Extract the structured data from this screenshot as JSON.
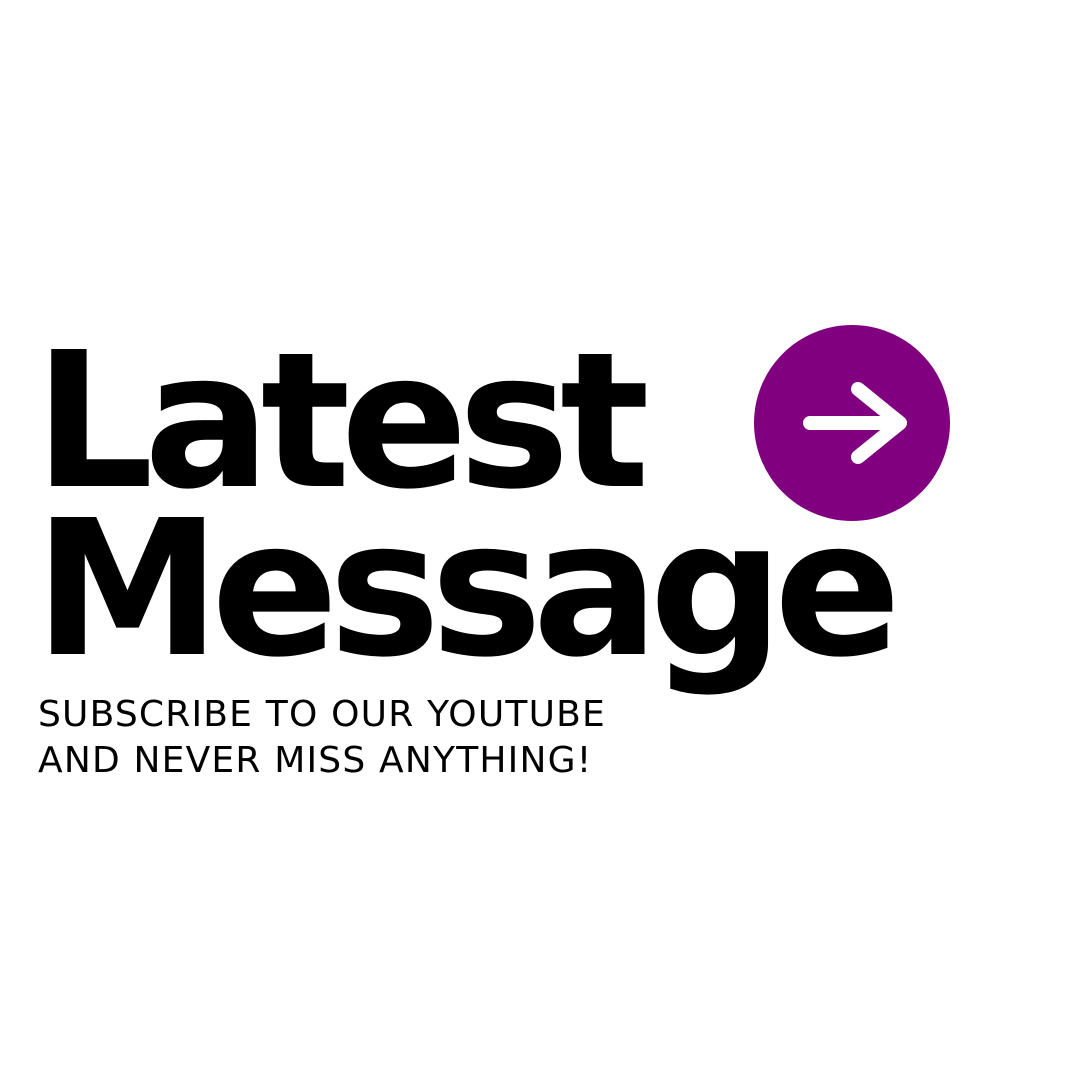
{
  "headline": {
    "line1": "Latest",
    "line2": "Message"
  },
  "tagline": {
    "line1": "SUBSCRIBE TO OUR YOUTUBE",
    "line2": "AND NEVER MISS ANYTHING!"
  },
  "cta": {
    "icon": "arrow-right-icon"
  },
  "colors": {
    "text": "#000000",
    "accent": "#800080",
    "icon": "#ffffff",
    "background": "#ffffff"
  }
}
